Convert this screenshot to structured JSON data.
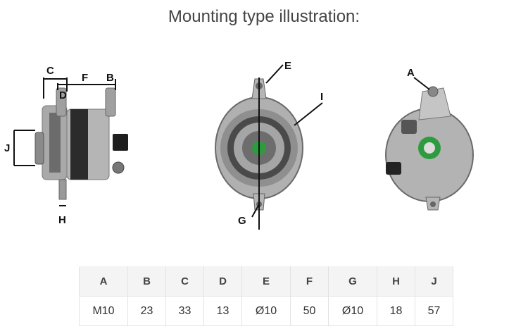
{
  "page": {
    "title": "Mounting type illustration:"
  },
  "diagram_labels": {
    "side": [
      "C",
      "F",
      "B",
      "D",
      "J",
      "H"
    ],
    "front": [
      "E",
      "I",
      "G"
    ],
    "rear": [
      "A"
    ]
  },
  "table": {
    "headers": [
      "A",
      "B",
      "C",
      "D",
      "E",
      "F",
      "G",
      "H",
      "J"
    ],
    "values": [
      "M10",
      "23",
      "33",
      "13",
      "Ø10",
      "50",
      "Ø10",
      "18",
      "57"
    ]
  },
  "colors": {
    "header_bg": "#f4f4f4",
    "border": "#e3e3e3",
    "metal": "#9a9a9a",
    "dark": "#2a2a2a",
    "accent": "#2e9b3e"
  }
}
